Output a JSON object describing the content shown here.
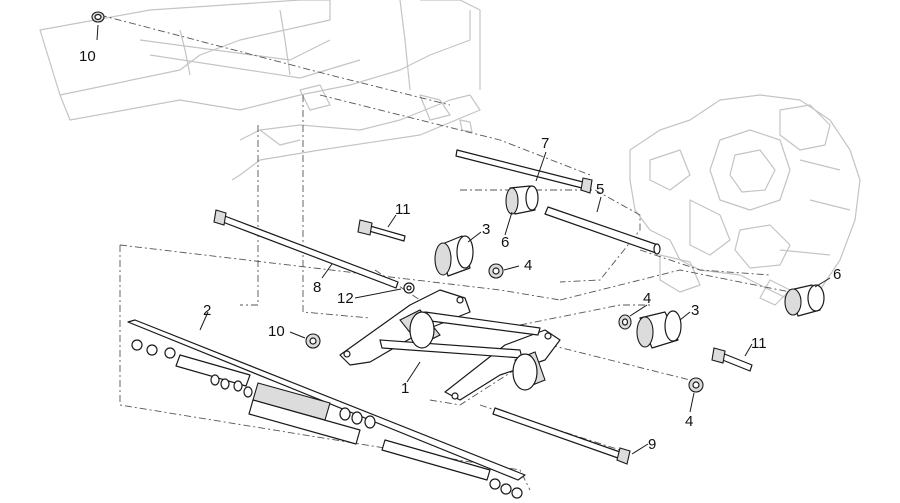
{
  "callouts": {
    "c10a": "10",
    "c7": "7",
    "c5": "5",
    "c11a": "11",
    "c3a": "3",
    "c6a": "6",
    "c4a": "4",
    "c8": "8",
    "c12": "12",
    "c2": "2",
    "c10b": "10",
    "c1": "1",
    "c4b": "4",
    "c3b": "3",
    "c6b": "6",
    "c11b": "11",
    "c4c": "4",
    "c9": "9"
  },
  "colors": {
    "ink": "#1a1a1a",
    "ghost_frame": "#c4c4c4",
    "shade": "#dcdcdc"
  }
}
